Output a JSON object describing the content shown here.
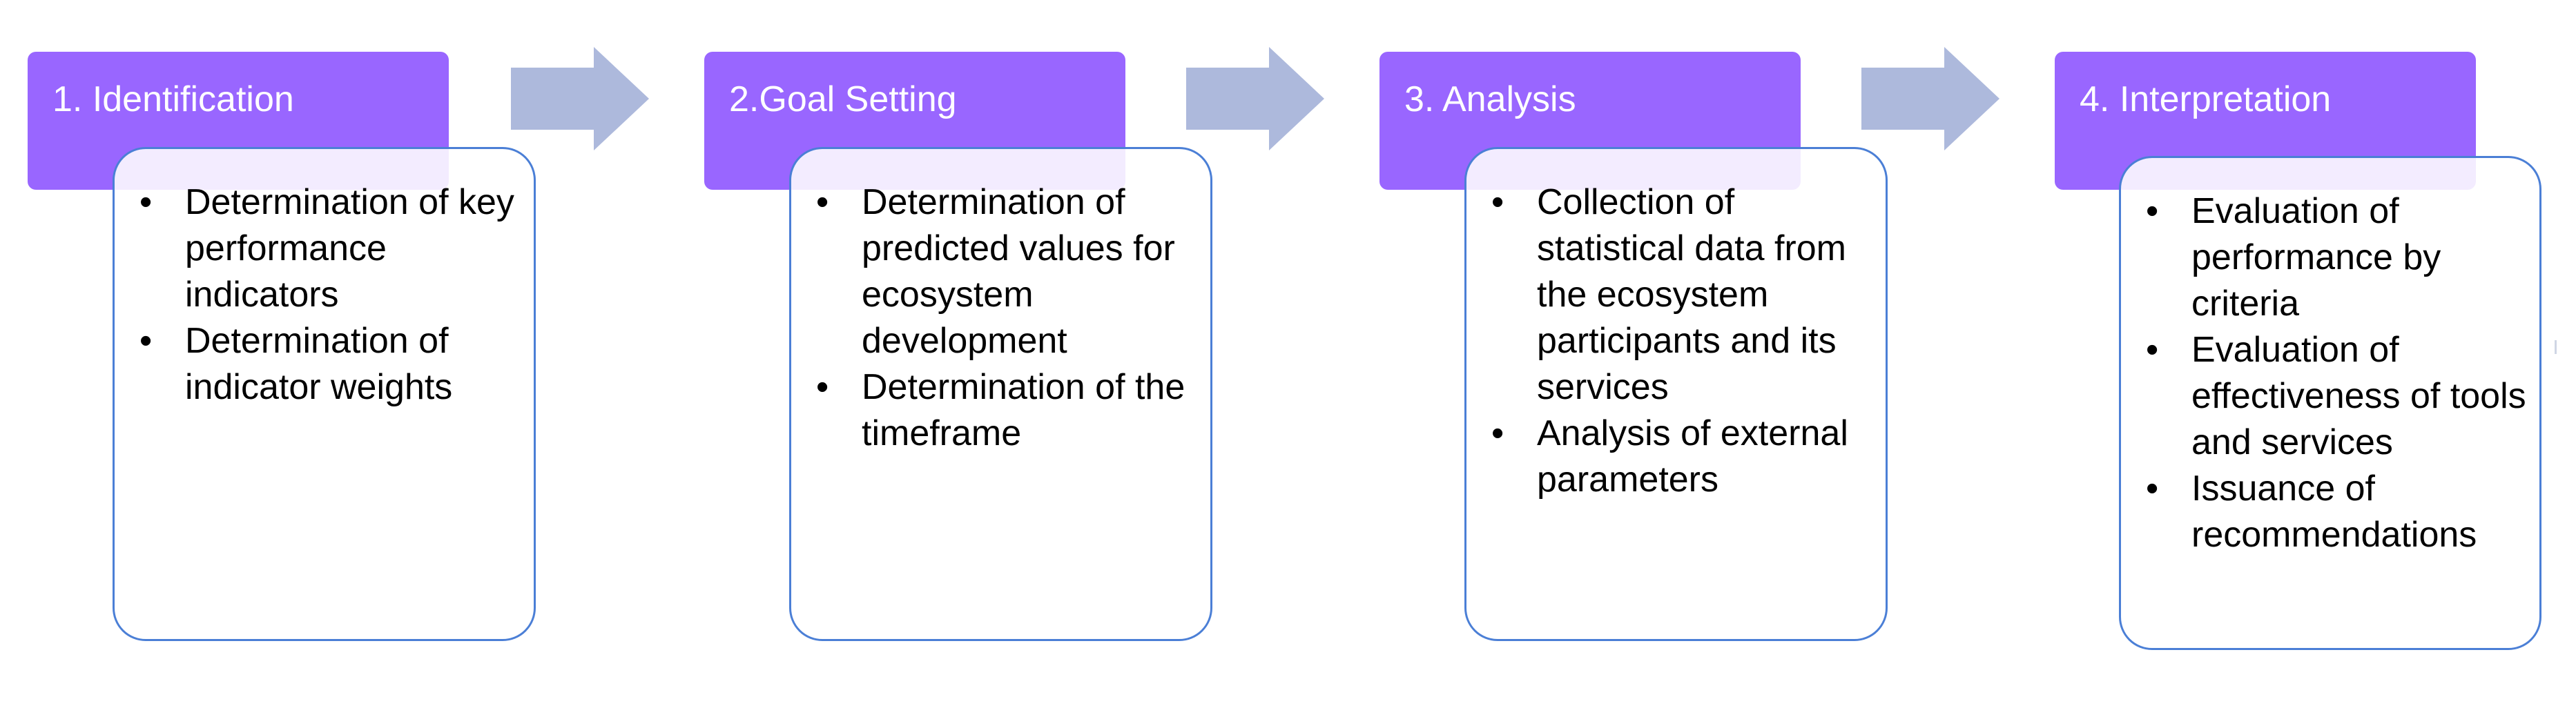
{
  "stages": [
    {
      "title": "1. Identification",
      "bullets": [
        "Determination of key performance indicators",
        "Determination of indicator weights"
      ]
    },
    {
      "title": "2.Goal Setting",
      "bullets": [
        "Determination of predicted values for ecosystem development",
        "Determination of the timeframe"
      ]
    },
    {
      "title": "3. Analysis",
      "bullets": [
        "Collection of statistical data from the ecosystem participants and its services",
        "Analysis of external parameters"
      ]
    },
    {
      "title": "4. Interpretation",
      "bullets": [
        "Evaluation of performance by criteria",
        "Evaluation of effectiveness of tools and services",
        "Issuance of recommendations"
      ]
    }
  ],
  "colors": {
    "stage_header": "#9966ff",
    "card_border": "#4b7fd6",
    "arrow": "#adb9dc",
    "text": "#000000"
  }
}
